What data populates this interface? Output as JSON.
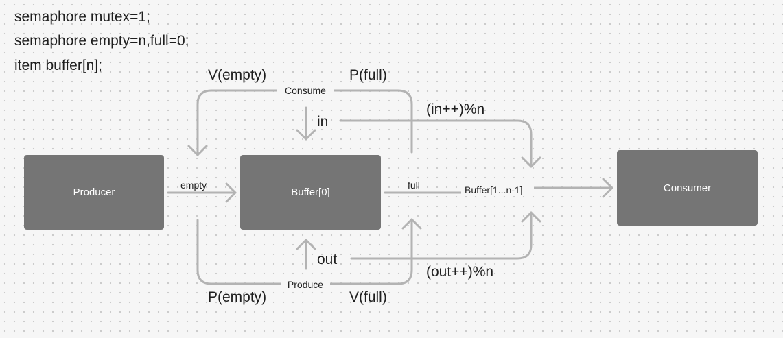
{
  "code": {
    "line1": "semaphore mutex=1;",
    "line2": "semaphore empty=n,full=0;",
    "line3": "item buffer[n];"
  },
  "nodes": {
    "producer": "Producer",
    "buffer0": "Buffer[0]",
    "consumer": "Consumer"
  },
  "labels": {
    "v_empty": "V(empty)",
    "p_full": "P(full)",
    "consume": "Consume",
    "in": "in",
    "in_incr": "(in++)%n",
    "empty": "empty",
    "full": "full",
    "buffer_rest": "Buffer[1...n-1]",
    "out": "out",
    "out_incr": "(out++)%n",
    "produce": "Produce",
    "p_empty": "P(empty)",
    "v_full": "V(full)"
  },
  "colors": {
    "node_fill": "#757575",
    "connector": "#b3b3b3",
    "text": "#1f1f1f",
    "background": "#f6f6f6"
  }
}
